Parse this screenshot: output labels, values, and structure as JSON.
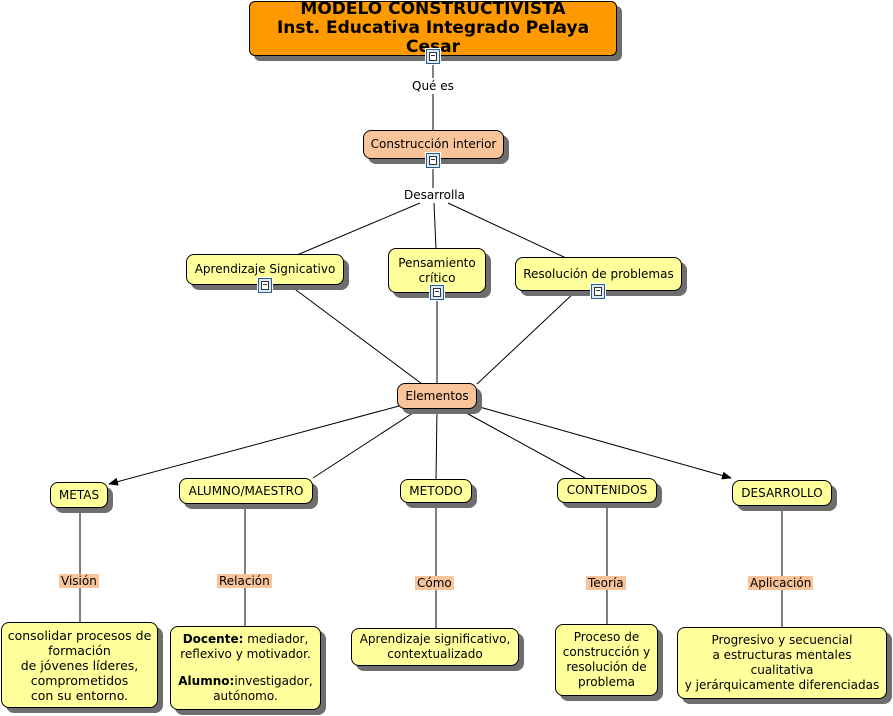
{
  "root": {
    "line1": "MODELO CONSTRUCTIVISTA",
    "line2": "Inst. Educativa Integrado Pelaya Cesar"
  },
  "links": {
    "que_es": "Qué es",
    "desarrolla": "Desarrolla",
    "vision": "Visión",
    "relacion": "Relación",
    "como": "Cómo",
    "teoria": "Teoría",
    "aplicacion": "Aplicación"
  },
  "nodes": {
    "construccion": "Construcción interior",
    "aprendizaje": "Aprendizaje Signicativo",
    "pensamiento_1": "Pensamiento",
    "pensamiento_2": "crítico",
    "resolucion": "Resolución de problemas",
    "elementos": "Elementos",
    "metas": "METAS",
    "alumno_maestro": "ALUMNO/MAESTRO",
    "metodo": "METODO",
    "contenidos": "CONTENIDOS",
    "desarrollo": "DESARROLLO"
  },
  "leaves": {
    "metas_lines": [
      "consolidar procesos de",
      "formación",
      "de jóvenes líderes,",
      "comprometidos",
      "con su entorno."
    ],
    "docente_label": "Docente:",
    "docente_text_1": " mediador,",
    "docente_text_2": "reflexivo y motivador.",
    "alumno_label": "Alumno:",
    "alumno_text_1": "investigador,",
    "alumno_text_2": "autónomo.",
    "metodo_lines": [
      "Aprendizaje significativo,",
      "contextualizado"
    ],
    "contenidos_lines": [
      "Proceso de",
      "construcción y",
      "resolución de",
      "problema"
    ],
    "desarrollo_lines": [
      "Progresivo y secuencial",
      "a estructuras mentales",
      "cualitativa",
      "y jerárquicamente diferenciadas"
    ]
  },
  "colors": {
    "root": "#ff9900",
    "concept": "#ffff9c",
    "hub": "#f9c49a",
    "shadow": "#6e6e6e"
  }
}
